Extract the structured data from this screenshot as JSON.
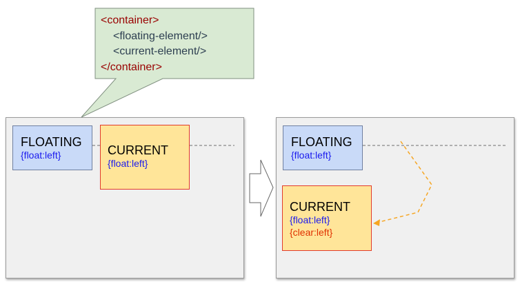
{
  "callout": {
    "lines": [
      {
        "text": "<container>",
        "color": "#990000",
        "indent": 0
      },
      {
        "text": "<floating-element/>",
        "color": "#2c3e50",
        "indent": 1
      },
      {
        "text": "<current-element/>",
        "color": "#2c3e50",
        "indent": 1
      },
      {
        "text": "</container>",
        "color": "#990000",
        "indent": 0
      }
    ],
    "fill": "#d9ead3",
    "stroke": "#7f8f7f"
  },
  "left_panel": {
    "floating": {
      "title": "FLOATING",
      "prop1": "{float:left}"
    },
    "current": {
      "title": "CURRENT",
      "prop1": "{float:left}"
    }
  },
  "right_panel": {
    "floating": {
      "title": "FLOATING",
      "prop1": "{float:left}"
    },
    "current": {
      "title": "CURRENT",
      "prop1": "{float:left}",
      "prop2": "{clear:left}"
    }
  },
  "colors": {
    "floating_fill": "#c9daf8",
    "current_fill": "#ffe599",
    "current_border": "#e23a2a",
    "container_fill": "#f0f0f0",
    "arrow_path": "#f6a623",
    "prop_blue": "#1a1aee",
    "prop_red": "#e03000"
  }
}
